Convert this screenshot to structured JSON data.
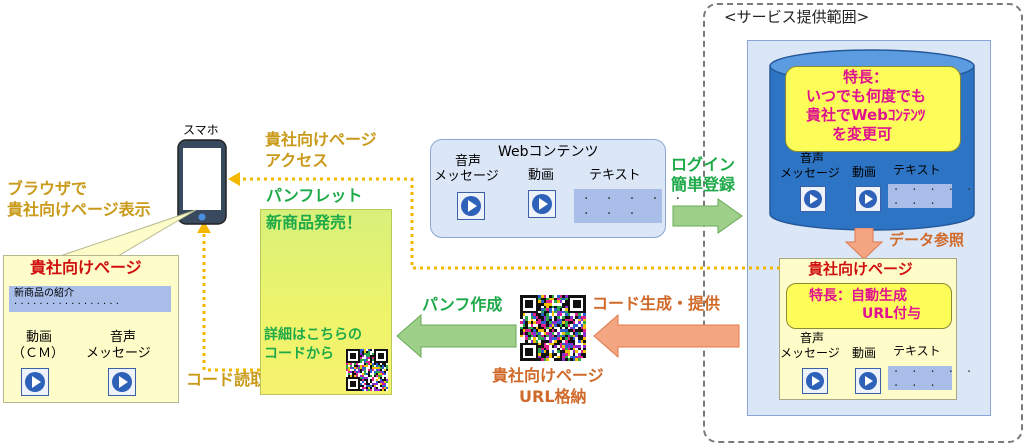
{
  "service_scope": {
    "label": "<サービス提供範囲>"
  },
  "feature_top": {
    "title": "特長：",
    "lines": [
      "いつでも何度でも",
      "貴社でWebｺﾝﾃﾝﾂ",
      "を変更可"
    ]
  },
  "db_items": {
    "voice": [
      "音声",
      "メッセージ"
    ],
    "video": "動画",
    "text": "テキスト",
    "dots": "· · · · ·\n· · ·"
  },
  "data_ref": "データ参照",
  "company_page_right": {
    "title": "貴社向けページ",
    "feature": [
      "特長：自動生成",
      "URL付与"
    ],
    "voice": [
      "音声",
      "メッセージ"
    ],
    "video": "動画",
    "text": "テキスト",
    "dots": "· · · · ·\n· · ·"
  },
  "web_contents": {
    "title": "Webコンテンツ",
    "voice": [
      "音声",
      "メッセージ"
    ],
    "video": "動画",
    "text": "テキスト",
    "dots": "· · · · ·\n· · ·"
  },
  "login": [
    "ログイン",
    "簡単登録"
  ],
  "phone": {
    "label": "スマホ"
  },
  "access_label": [
    "貴社向けページ",
    "アクセス"
  ],
  "browser_label": [
    "ブラウザで",
    "貴社向けページ表示"
  ],
  "company_page_left": {
    "title": "貴社向けページ",
    "intro": "新商品の紹介",
    "intro_dots": "· · · · · · · · · · · · · · · · ·",
    "video": [
      "動画",
      "（ＣＭ）"
    ],
    "voice": [
      "音声",
      "メッセージ"
    ]
  },
  "code_read": "コード読取",
  "pamphlet": {
    "title": "パンフレット",
    "headline": "新商品発売！",
    "detail": [
      "詳細はこちらの",
      "コードから"
    ]
  },
  "pamph_create": "パンフ作成",
  "code_gen": "コード生成・提供",
  "url_store": [
    "貴社向けページ",
    "URL格納"
  ]
}
